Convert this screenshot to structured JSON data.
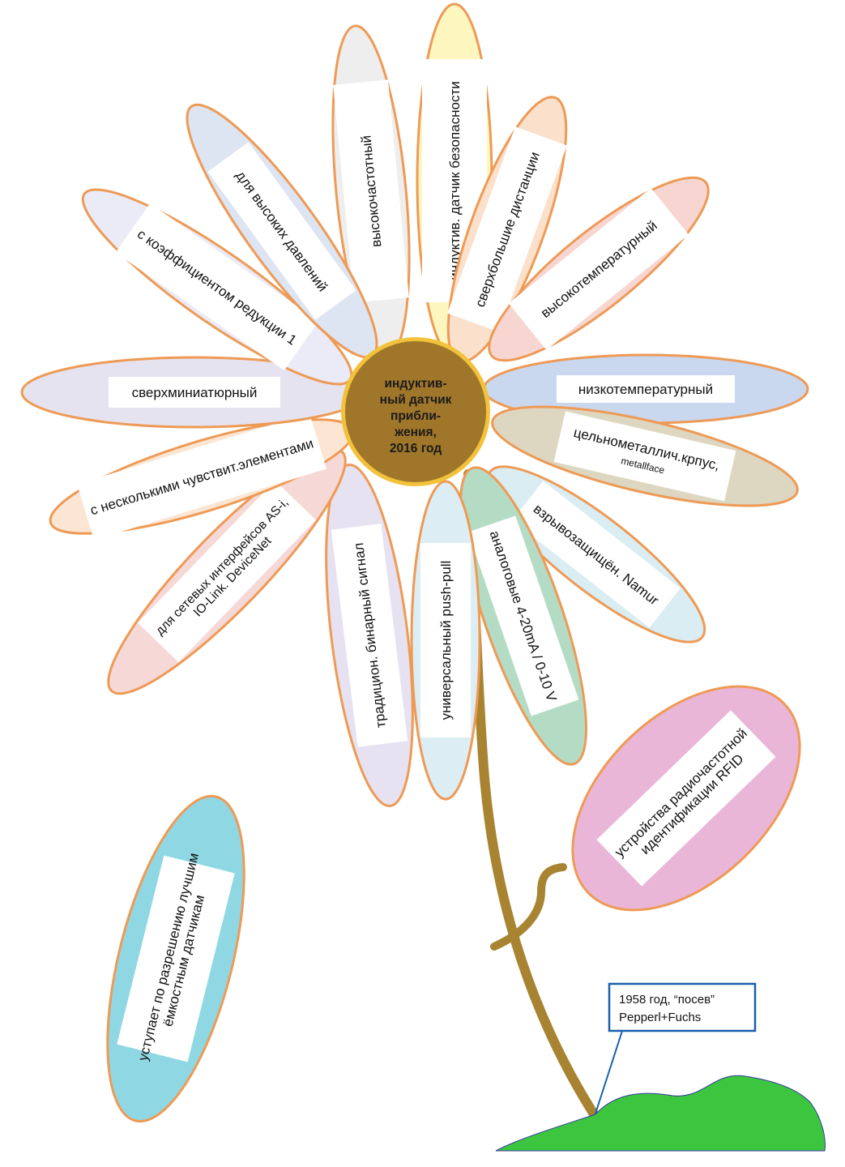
{
  "center": {
    "lines": [
      "индуктив-",
      "ный датчик",
      "прибли-",
      "жения,",
      "2016 год"
    ],
    "fill": "#a0772a",
    "ring": "#f2c23a"
  },
  "outline_color": "#ee9a55",
  "stem_color": "#a88432",
  "petals": [
    {
      "id": "vysokochastotny",
      "lines": [
        "высокочастотный"
      ],
      "fill": "#eeeeee"
    },
    {
      "id": "safety",
      "lines": [
        "индуктив. датчик безопасности"
      ],
      "fill": "#fdf6bf"
    },
    {
      "id": "sverkhbolshie",
      "lines": [
        "сверхбольшие дистанции"
      ],
      "fill": "#fbe0cc"
    },
    {
      "id": "vysokotemp",
      "lines": [
        "высокотемпературный"
      ],
      "fill": "#f7d6d2"
    },
    {
      "id": "nizkotemp",
      "lines": [
        "низкотемпературный"
      ],
      "fill": "#c9d7ef"
    },
    {
      "id": "metallface",
      "lines": [
        "цельнометаллич.крпус,",
        "metallface"
      ],
      "fill": "#ddd6c0"
    },
    {
      "id": "namur",
      "lines": [
        "взрывозащищён. Namur"
      ],
      "fill": "#d9edf3"
    },
    {
      "id": "analog",
      "lines": [
        "аналоговые 4-20mA / 0-10 V"
      ],
      "fill": "#b4dcc5"
    },
    {
      "id": "pushpull",
      "lines": [
        "универсальный push-pull"
      ],
      "fill": "#dceef4"
    },
    {
      "id": "binary",
      "lines": [
        "традицион. бинарный сигнал"
      ],
      "fill": "#e6e2f1"
    },
    {
      "id": "network",
      "lines": [
        "для сетевых интерфейсов AS-i,",
        "IO-Link. DeviceNet"
      ],
      "fill": "#f6d8d6"
    },
    {
      "id": "multi",
      "lines": [
        "с несколькими чувствит.элементами"
      ],
      "fill": "#fce6d3"
    },
    {
      "id": "miniature",
      "lines": [
        "сверхминиатюрный"
      ],
      "fill": "#e6e3f1"
    },
    {
      "id": "reduction",
      "lines": [
        "с коэффициентом редукции 1"
      ],
      "fill": "#ebeaf7"
    },
    {
      "id": "pressure",
      "lines": [
        "для высоких давлений"
      ],
      "fill": "#dde4f2"
    }
  ],
  "leaf_rfid": {
    "lines": [
      "устройства радиочастотной",
      "идентификации  RFID"
    ],
    "fill": "#eab6d7"
  },
  "fallen_petal": {
    "lines": [
      "уступает по разрешению лучшим",
      "ёмкостным датчикам"
    ],
    "fill": "#8fd8e3"
  },
  "callout": {
    "lines": [
      "1958 год, “посев”",
      "Pepperl+Fuchs"
    ],
    "border": "#1b5fae"
  },
  "ground_color": "#3cc63f"
}
